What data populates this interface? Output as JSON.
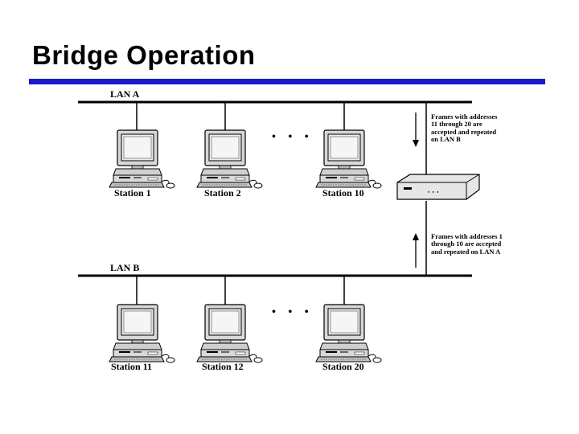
{
  "title": "Bridge Operation",
  "colors": {
    "title_rule": "#1a1acc",
    "line": "#000000"
  },
  "lan_a": {
    "label": "LAN A",
    "stations": [
      "Station 1",
      "Station 2",
      "Station 10"
    ]
  },
  "lan_b": {
    "label": "LAN B",
    "stations": [
      "Station 11",
      "Station 12",
      "Station 20"
    ]
  },
  "ellipsis": "• • •",
  "bridge": {
    "port_dots": "• • •",
    "note_down": "Frames with addresses 11 through 20 are accepted and repeated on LAN B",
    "note_up": "Frames with addresses 1 through 10 are accepted and repeated on LAN A"
  }
}
